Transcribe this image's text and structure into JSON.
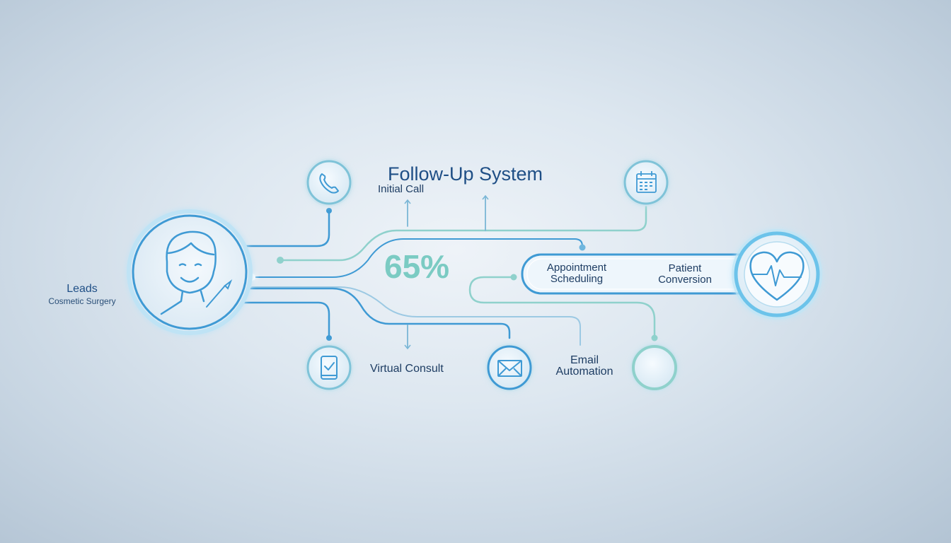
{
  "title": "Follow-Up System",
  "leads": {
    "label": "Leads",
    "sublabel": "Cosmetic Surgery"
  },
  "stat": "65%",
  "steps": {
    "initial_call": "Initial Call",
    "virtual_consult": "Virtual Consult",
    "email_automation_1": "Email",
    "email_automation_2": "Automation",
    "appointment_1": "Appointment",
    "appointment_2": "Scheduling",
    "conversion_1": "Patient",
    "conversion_2": "Conversion"
  },
  "icons": [
    "person-face-icon",
    "scalpel-icon",
    "phone-icon",
    "calendar-icon",
    "tablet-check-icon",
    "envelope-icon",
    "empty-circle-icon",
    "heart-pulse-icon"
  ],
  "colors": {
    "accent_blue": "#3f9ad4",
    "accent_teal": "#7bcbc3",
    "text_dark": "#1e3d63",
    "title": "#1f4f86"
  }
}
